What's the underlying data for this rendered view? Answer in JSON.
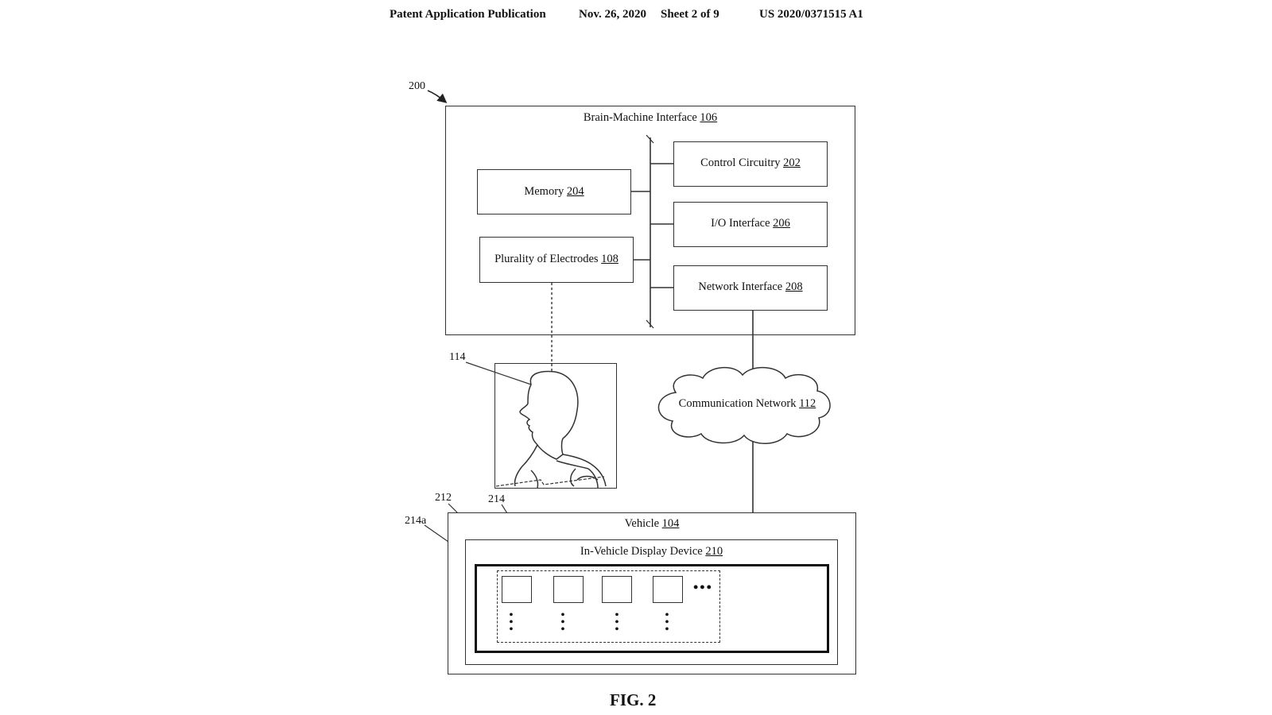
{
  "header": {
    "publication": "Patent Application Publication",
    "date": "Nov. 26, 2020",
    "sheet": "Sheet 2 of 9",
    "number": "US 2020/0371515 A1"
  },
  "figure_ref": "200",
  "bmi": {
    "label": "Brain-Machine Interface",
    "ref": "106"
  },
  "memory": {
    "label": "Memory",
    "ref": "204"
  },
  "electrodes": {
    "label": "Plurality of Electrodes",
    "ref": "108"
  },
  "control": {
    "label": "Control Circuitry",
    "ref": "202"
  },
  "io": {
    "label": "I/O Interface",
    "ref": "206"
  },
  "network_if": {
    "label": "Network Interface",
    "ref": "208"
  },
  "user_ref": "114",
  "comm_network": {
    "label": "Communication Network",
    "ref": "112"
  },
  "vehicle": {
    "label": "Vehicle",
    "ref": "104"
  },
  "display": {
    "label": "In-Vehicle Display Device",
    "ref": "210"
  },
  "callouts": {
    "r212": "212",
    "r214": "214",
    "r214a": "214a"
  },
  "ellipsis": "•••",
  "caption": "FIG. 2"
}
